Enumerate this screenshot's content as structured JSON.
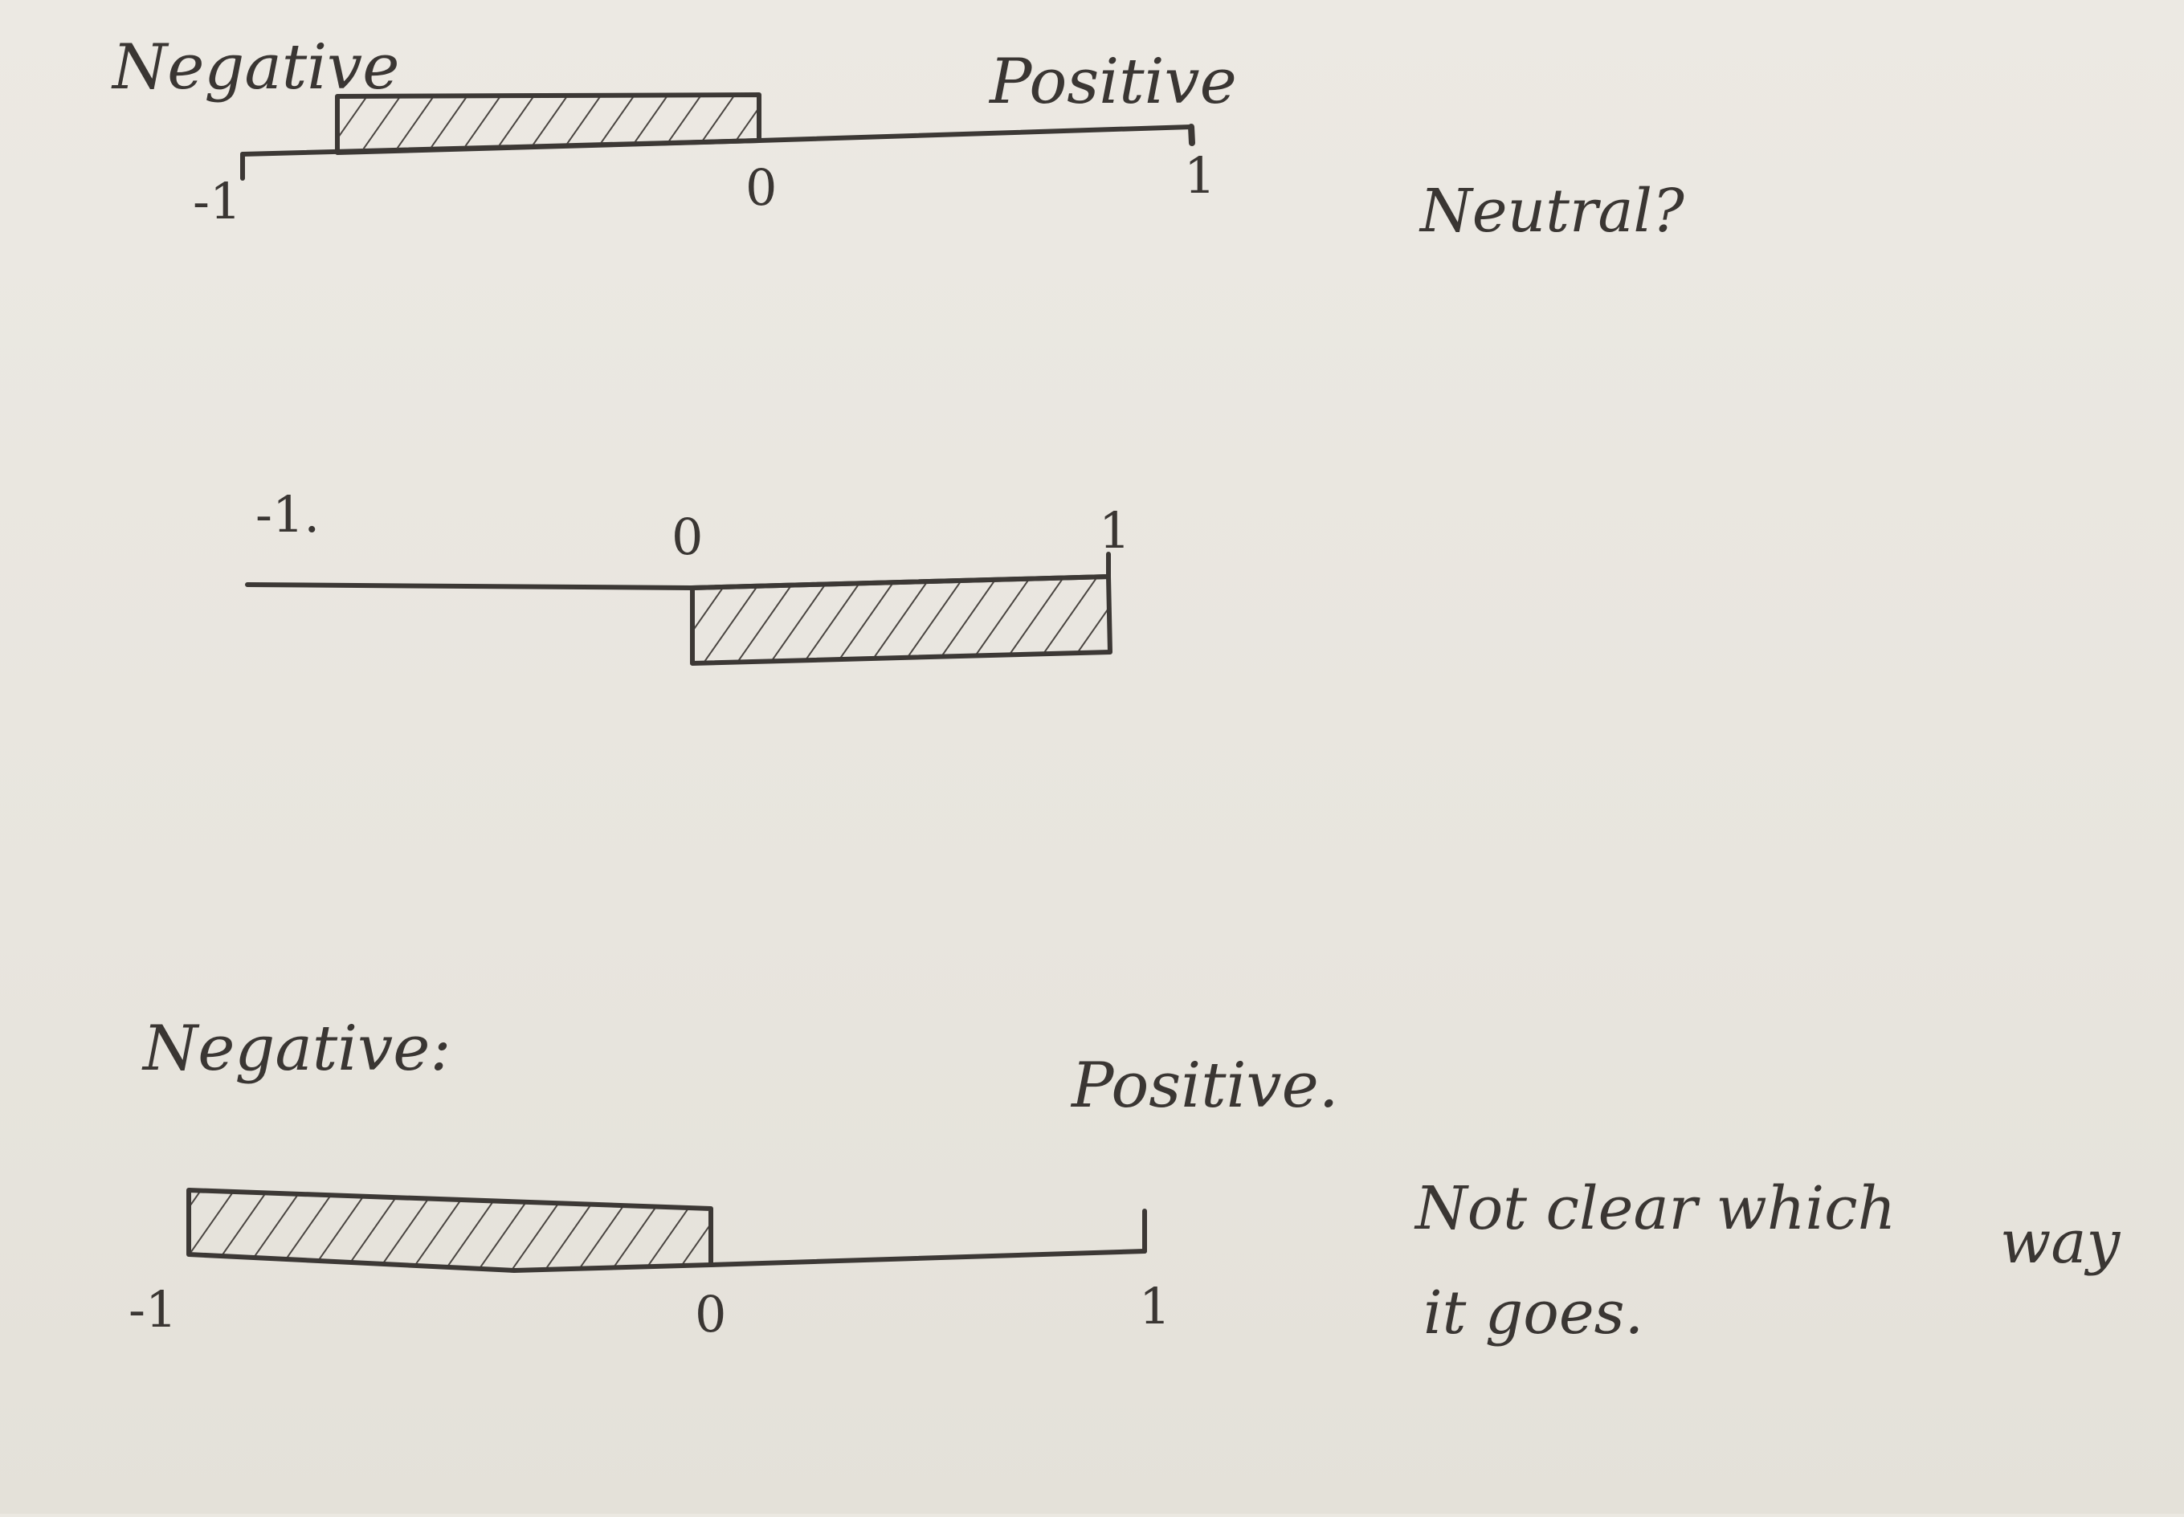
{
  "diagram": {
    "panel_1": {
      "left_label": "Negative",
      "right_label": "Positive",
      "tick_labels": [
        "-1",
        "0",
        "1"
      ],
      "side_note": "Neutral?",
      "shaded_from": -0.8,
      "shaded_to": 0
    },
    "panel_2": {
      "tick_labels": [
        "-1.",
        "0",
        "1"
      ],
      "shaded_from": 0,
      "shaded_to": 1
    },
    "panel_3": {
      "left_label": "Negative:",
      "right_label": "Positive.",
      "tick_labels": [
        "-1",
        "0",
        "1"
      ],
      "side_note_line1": "Not clear which",
      "side_note_word": "way",
      "side_note_line2": "it goes.",
      "shaded_from": -1,
      "shaded_to": 0
    }
  }
}
